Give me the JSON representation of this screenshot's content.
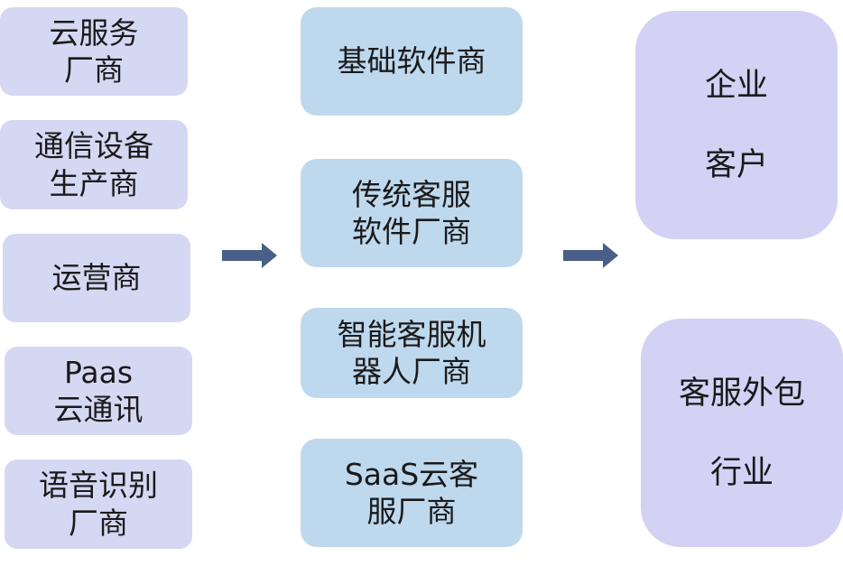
{
  "colors": {
    "left_fill": "#d5d8f3",
    "mid_fill": "#bed8ed",
    "right_fill": "#d3d1f4",
    "arrow_fill": "#4a5f87"
  },
  "left_column": [
    {
      "lines": [
        "云服务",
        "厂商"
      ]
    },
    {
      "lines": [
        "通信设备",
        "生产商"
      ]
    },
    {
      "lines": [
        "运营商"
      ]
    },
    {
      "lines": [
        "Paas",
        "云通讯"
      ]
    },
    {
      "lines": [
        "语音识别",
        "厂商"
      ]
    }
  ],
  "middle_column": [
    {
      "lines": [
        "基础软件商"
      ]
    },
    {
      "lines": [
        "传统客服",
        "软件厂商"
      ]
    },
    {
      "lines": [
        "智能客服机",
        "器人厂商"
      ]
    },
    {
      "lines": [
        "SaaS云客",
        "服厂商"
      ]
    }
  ],
  "right_column": [
    {
      "lines": [
        "企业",
        "客户"
      ]
    },
    {
      "lines": [
        "客服外包",
        "行业"
      ]
    }
  ],
  "arrows": [
    "right-arrow-icon",
    "right-arrow-icon"
  ]
}
